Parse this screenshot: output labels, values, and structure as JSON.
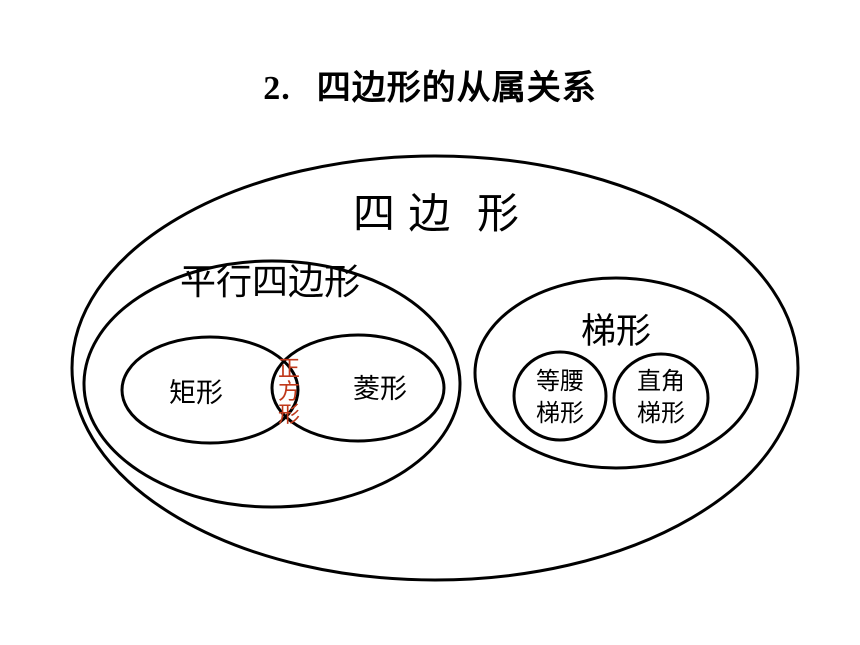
{
  "title": {
    "number": "2.",
    "text": "四边形的从属关系"
  },
  "diagram": {
    "quadrilateral": "四 边  形",
    "parallelogram": "平行四边形",
    "rectangle": "矩形",
    "rhombus": "菱形",
    "square": [
      "正",
      "方",
      "形"
    ],
    "trapezoid": "梯形",
    "isosceles_trapezoid": [
      "等腰",
      "梯形"
    ],
    "right_trapezoid": [
      "直角",
      "梯形"
    ],
    "colors": {
      "stroke": "#000000",
      "label": "#000000",
      "square_label": "#c0391b"
    }
  }
}
